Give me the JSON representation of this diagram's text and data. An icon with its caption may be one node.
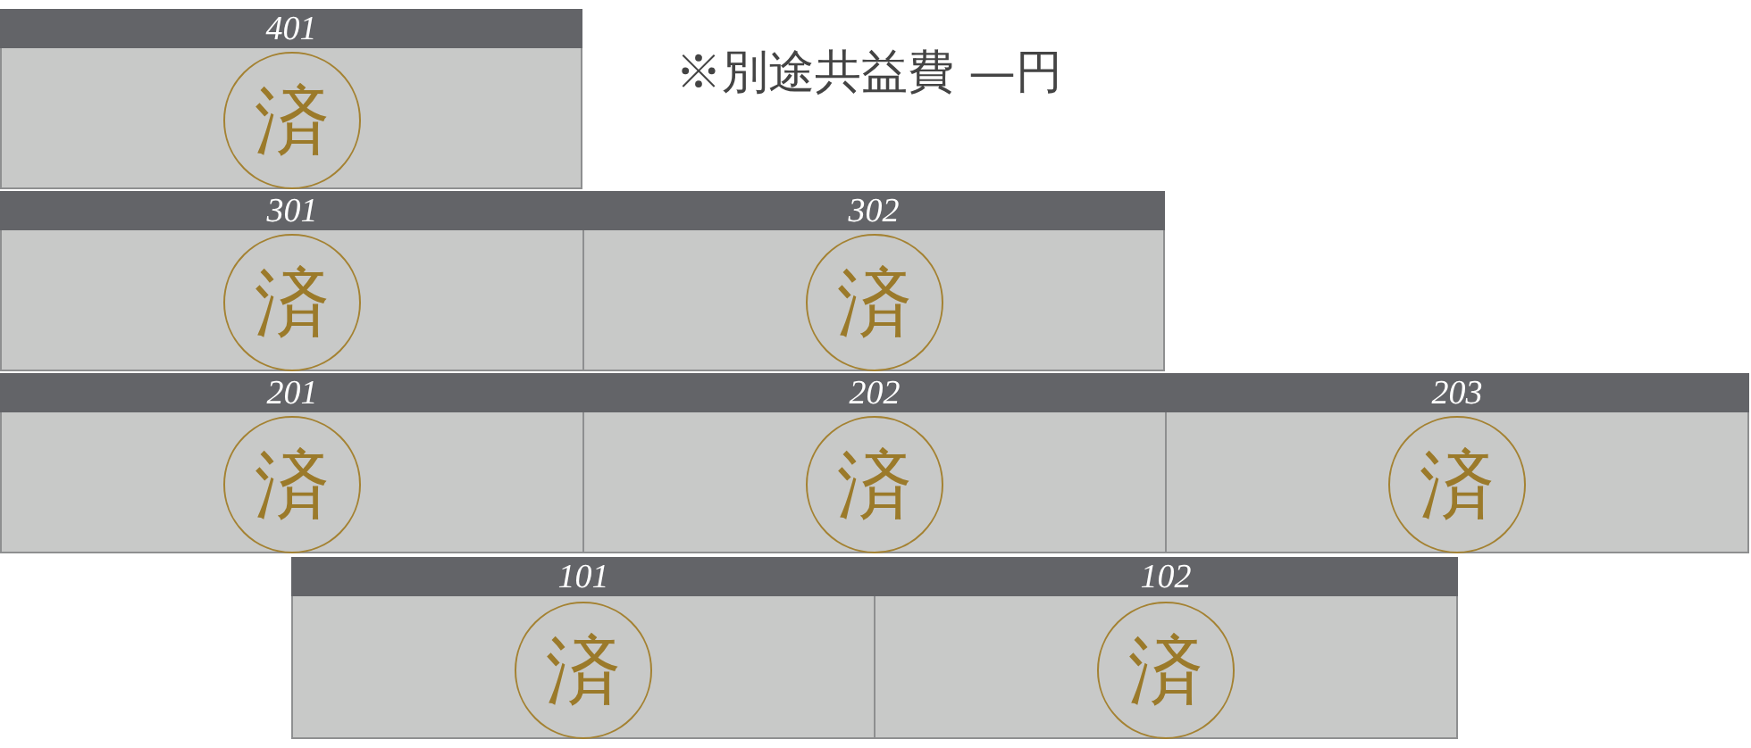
{
  "diagram": {
    "nodes": [
      {
        "text": [
          "401"
        ]
      },
      {
        "text": [
          "済"
        ],
        "in": 0
      },
      {
        "text": [
          "301"
        ]
      },
      {
        "text": [
          "済"
        ],
        "in": 2
      },
      {
        "text": [
          "302"
        ]
      },
      {
        "text": [
          "済"
        ],
        "in": 4
      },
      {
        "text": [
          "201"
        ]
      },
      {
        "text": [
          "済"
        ],
        "in": 6
      },
      {
        "text": [
          "202"
        ]
      },
      {
        "text": [
          "済"
        ],
        "in": 8
      },
      {
        "text": [
          "203"
        ]
      },
      {
        "text": [
          "済"
        ],
        "in": 10
      },
      {
        "text": [
          "101"
        ]
      },
      {
        "text": [
          "済"
        ],
        "in": 12
      },
      {
        "text": [
          "102"
        ]
      },
      {
        "text": [
          "済"
        ],
        "in": 14
      }
    ],
    "labels": [
      "※別途共益費 —円"
    ]
  }
}
